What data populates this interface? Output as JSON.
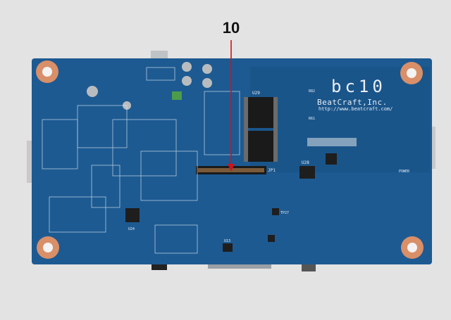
{
  "callout": {
    "label": "10",
    "arrow_color": "#d0121b"
  },
  "board": {
    "model": "bc10",
    "company": "BeatCraft,Inc.",
    "url": "http://www.beatcraft.com/",
    "labels": {
      "u29": "U29",
      "u28": "U28",
      "jp1": "JP1",
      "power": "POWER",
      "u24": "U24",
      "u13": "U13",
      "tp27": "TP27",
      "r61": "R61",
      "r82": "R82"
    },
    "colors": {
      "pcb": "#1d5a92",
      "copper": "#d98f68",
      "background": "#e3e3e3"
    }
  }
}
